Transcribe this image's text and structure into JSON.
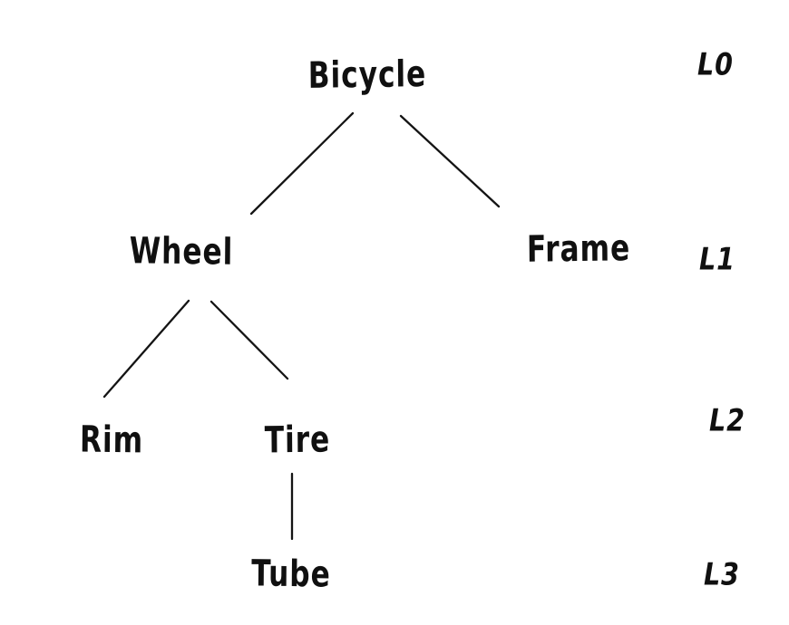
{
  "diagram": {
    "type": "tree",
    "description": "Hand-drawn bicycle component hierarchy tree",
    "nodes": {
      "bicycle": {
        "label": "Bicycle",
        "level": "L0"
      },
      "wheel": {
        "label": "Wheel",
        "level": "L1"
      },
      "frame": {
        "label": "Frame",
        "level": "L1"
      },
      "rim": {
        "label": "Rim",
        "level": "L2"
      },
      "tire": {
        "label": "Tire",
        "level": "L2"
      },
      "tube": {
        "label": "Tube",
        "level": "L3"
      }
    },
    "edges": [
      {
        "from": "Bicycle",
        "to": "Wheel"
      },
      {
        "from": "Bicycle",
        "to": "Frame"
      },
      {
        "from": "Wheel",
        "to": "Rim"
      },
      {
        "from": "Wheel",
        "to": "Tire"
      },
      {
        "from": "Tire",
        "to": "Tube"
      }
    ],
    "level_labels": {
      "l0": "L0",
      "l1": "L1",
      "l2": "L2",
      "l3": "L3"
    }
  },
  "colors": {
    "ink": "#141414",
    "background": "#ffffff"
  }
}
